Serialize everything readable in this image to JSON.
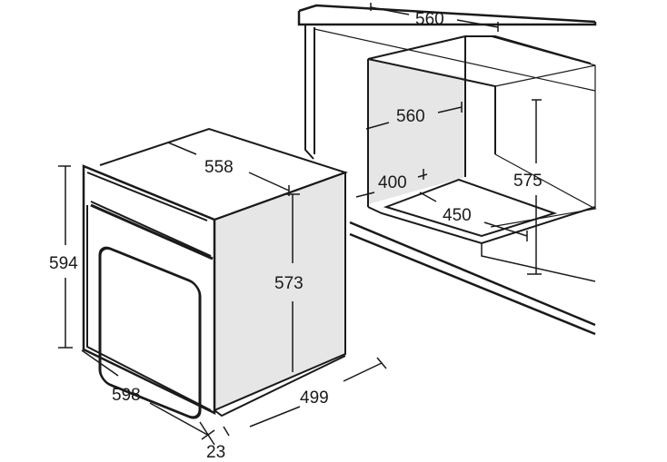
{
  "diagram": {
    "oven": {
      "height": "594",
      "width": "598",
      "depth_top": "558",
      "body_height": "573",
      "body_depth": "499",
      "door_thickness": "23"
    },
    "cabinet": {
      "width_top": "560",
      "width_inner": "560",
      "height": "575",
      "base_depth": "400",
      "base_width": "450"
    }
  }
}
